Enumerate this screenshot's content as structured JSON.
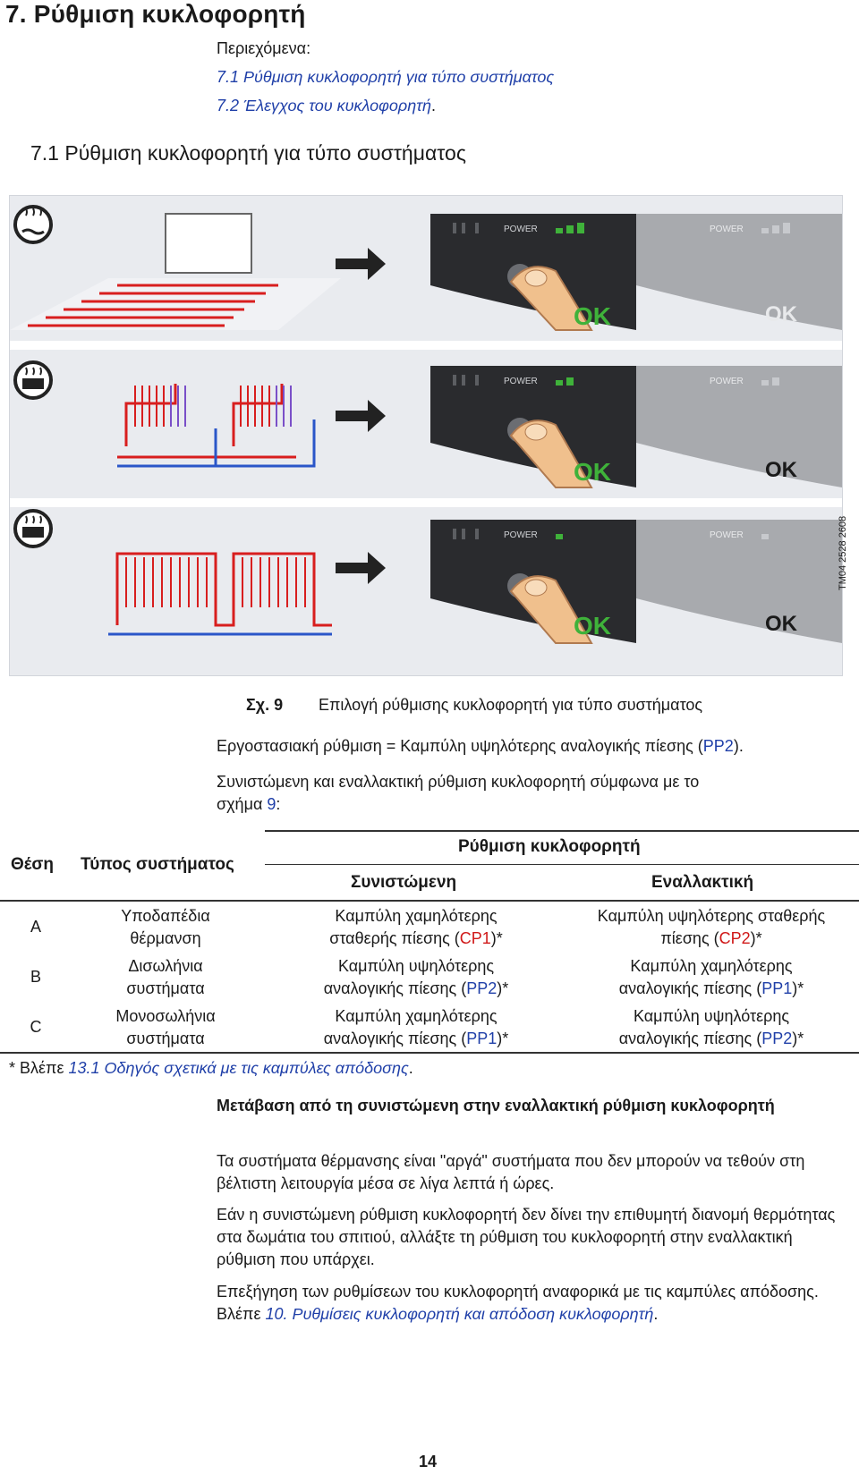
{
  "heading": "7. Ρύθμιση κυκλοφορητή",
  "contents": {
    "label": "Περιεχόμενα:",
    "items": [
      {
        "text": "7.1 Ρύθμιση κυκλοφορητή για τύπο συστήματος",
        "suffix": ""
      },
      {
        "text": "7.2 Έλεγχος του κυκλοφορητή",
        "suffix": "."
      }
    ]
  },
  "section_heading": "7.1 Ρύθμιση κυκλοφορητή για τύπο συστήματος",
  "figure": {
    "code": "TM04 2528 2608",
    "caption_num": "Σχ. 9",
    "caption_text": "Επιλογή ρύθμισης κυκλοφορητή για τύπο συστήματος",
    "panel_power_label": "POWER",
    "panel_ok_label": "OK",
    "colors": {
      "hot": "#d81e1e",
      "cold": "#2a56c8",
      "panel_dark": "#2a2b2e",
      "panel_light": "#a8aaae",
      "led_green": "#3fb23a"
    },
    "icons": [
      "underfloor-heating-icon",
      "radiator-icon",
      "radiator-icon"
    ]
  },
  "para1": {
    "before": "Εργοστασιακή ρύθμιση = Καμπύλη υψηλότερης αναλογικής πίεσης (",
    "code": "PP2",
    "after": ")."
  },
  "para2": {
    "line1": "Συνιστώμενη και εναλλακτική ρύθμιση κυκλοφορητή σύμφωνα με το",
    "line2_before": "σχήμα ",
    "line2_link": "9",
    "line2_after": ":"
  },
  "table": {
    "col_position": "Θέση",
    "col_system": "Τύπος συστήματος",
    "group_header": "Ρύθμιση κυκλοφορητή",
    "col_recommended": "Συνιστώμενη",
    "col_alternative": "Εναλλακτική",
    "rows": [
      {
        "pos": "A",
        "system": [
          "Υποδαπέδια",
          "θέρμανση"
        ],
        "rec": [
          "Καμπύλη χαμηλότερης",
          "σταθερής πίεσης (",
          "CP1",
          ")*"
        ],
        "alt": [
          "Καμπύλη υψηλότερης σταθερής",
          "πίεσης (",
          "CP2",
          ")*"
        ]
      },
      {
        "pos": "B",
        "system": [
          "Δισωλήνια",
          "συστήματα"
        ],
        "rec": [
          "Καμπύλη υψηλότερης",
          "αναλογικής πίεσης (",
          "PP2",
          ")*"
        ],
        "alt": [
          "Καμπύλη χαμηλότερης",
          "αναλογικής πίεσης (",
          "PP1",
          ")*"
        ]
      },
      {
        "pos": "C",
        "system": [
          "Μονοσωλήνια",
          "συστήματα"
        ],
        "rec": [
          "Καμπύλη χαμηλότερης",
          "αναλογικής πίεσης (",
          "PP1",
          ")*"
        ],
        "alt": [
          "Καμπύλη υψηλότερης",
          "αναλογικής πίεσης (",
          "PP2",
          ")*"
        ]
      }
    ]
  },
  "footnote": {
    "before": "* Βλέπε ",
    "link": "13.1 Οδηγός σχετικά με τις καμπύλες απόδοσης",
    "after": "."
  },
  "subheading": "Μετάβαση από τη συνιστώμενη στην εναλλακτική ρύθμιση κυκλοφορητή",
  "para3": "Τα συστήματα θέρμανσης είναι \"αργά\" συστήματα που δεν μπορούν να τεθούν στη βέλτιστη λειτουργία μέσα σε λίγα λεπτά ή ώρες.",
  "para4": "Εάν η συνιστώμενη ρύθμιση κυκλοφορητή δεν δίνει την επιθυμητή διανομή θερμότητας στα δωμάτια του σπιτιού, αλλάξτε τη ρύθμιση του κυκλοφορητή στην εναλλακτική ρύθμιση που υπάρχει.",
  "para5": {
    "before": "Επεξήγηση των ρυθμίσεων του κυκλοφορητή αναφορικά με τις καμπύλες απόδοσης. Βλέπε ",
    "link": "10. Ρυθμίσεις κυκλοφορητή και απόδοση κυκλοφορητή",
    "after": "."
  },
  "page_number": "14"
}
